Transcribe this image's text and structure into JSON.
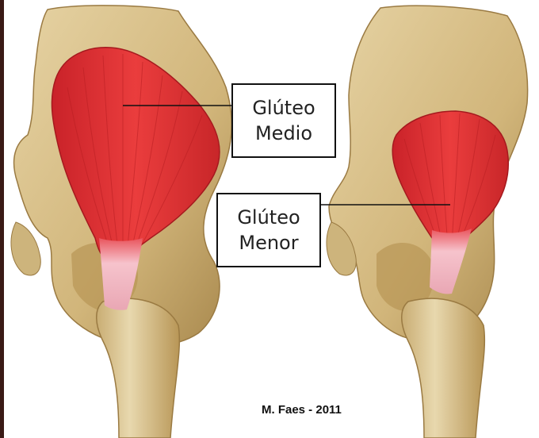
{
  "labels": {
    "medio": {
      "line1": "Glúteo",
      "line2": "Medio"
    },
    "menor": {
      "line1": "Glúteo",
      "line2": "Menor"
    }
  },
  "credit": "M. Faes - 2011",
  "colors": {
    "bone": "#d8c08a",
    "bone_shadow": "#a88448",
    "muscle": "#e23535",
    "muscle_dark": "#b81e22",
    "tendon": "#f2b9c4",
    "leader_line": "#111111"
  }
}
